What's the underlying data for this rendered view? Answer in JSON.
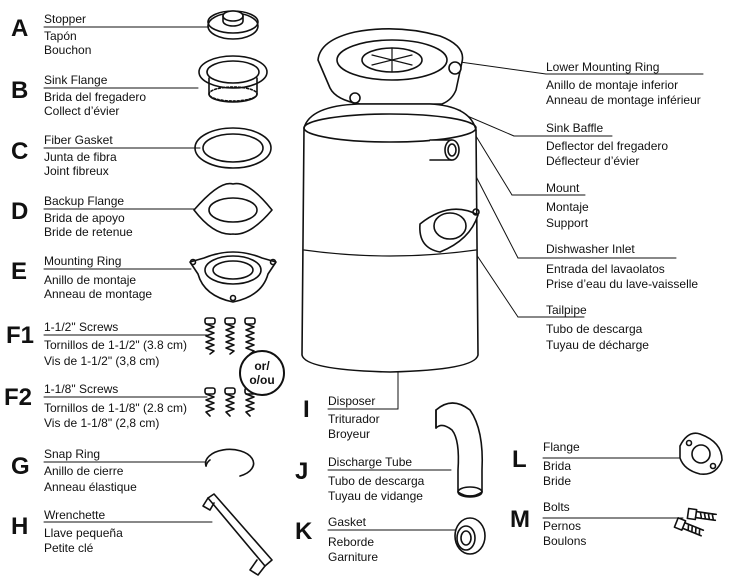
{
  "parts": [
    {
      "letter": "A",
      "name": "Stopper",
      "es": "Tapón",
      "fr": "Bouchon"
    },
    {
      "letter": "B",
      "name": "Sink Flange",
      "es": "Brida del fregadero",
      "fr": "Collect d’évier"
    },
    {
      "letter": "C",
      "name": "Fiber Gasket",
      "es": "Junta de fibra",
      "fr": "Joint fibreux"
    },
    {
      "letter": "D",
      "name": "Backup Flange",
      "es": "Brida de apoyo",
      "fr": "Bride de retenue"
    },
    {
      "letter": "E",
      "name": "Mounting Ring",
      "es": "Anillo de montaje",
      "fr": "Anneau de montage"
    },
    {
      "letter": "F1",
      "name": "1-1/2\" Screws",
      "es": "Tornillos de 1-1/2\" (3.8 cm)",
      "fr": "Vis de 1-1/2\" (3,8 cm)"
    },
    {
      "letter": "F2",
      "name": "1-1/8\" Screws",
      "es": "Tornillos de 1-1/8\" (2.8 cm)",
      "fr": "Vis de 1-1/8\" (2,8 cm)"
    },
    {
      "letter": "G",
      "name": "Snap Ring",
      "es": "Anillo de cierre",
      "fr": "Anneau élastique"
    },
    {
      "letter": "H",
      "name": "Wrenchette",
      "es": "Llave pequeña",
      "fr": "Petite clé"
    },
    {
      "letter": "I",
      "name": "Disposer",
      "es": "Triturador",
      "fr": "Broyeur"
    },
    {
      "letter": "J",
      "name": "Discharge Tube",
      "es": "Tubo de descarga",
      "fr": "Tuyau de vidange"
    },
    {
      "letter": "K",
      "name": "Gasket",
      "es": "Reborde",
      "fr": "Garniture"
    },
    {
      "letter": "L",
      "name": "Flange",
      "es": "Brida",
      "fr": "Bride"
    },
    {
      "letter": "M",
      "name": "Bolts",
      "es": "Pernos",
      "fr": "Boulons"
    }
  ],
  "callouts": [
    {
      "name": "Lower Mounting Ring",
      "es": "Anillo de montaje inferior",
      "fr": "Anneau de montage inférieur"
    },
    {
      "name": "Sink Baffle",
      "es": "Deflector del fregadero",
      "fr": "Déflecteur d’évier"
    },
    {
      "name": "Mount",
      "es": "Montaje",
      "fr": "Support"
    },
    {
      "name": "Dishwasher Inlet",
      "es": "Entrada del lavaolatos",
      "fr": "Prise d’eau du lave-vaisselle"
    },
    {
      "name": "Tailpipe",
      "es": "Tubo de descarga",
      "fr": "Tuyau de décharge"
    }
  ],
  "or_label": {
    "line1": "or/",
    "line2": "o/ou"
  }
}
